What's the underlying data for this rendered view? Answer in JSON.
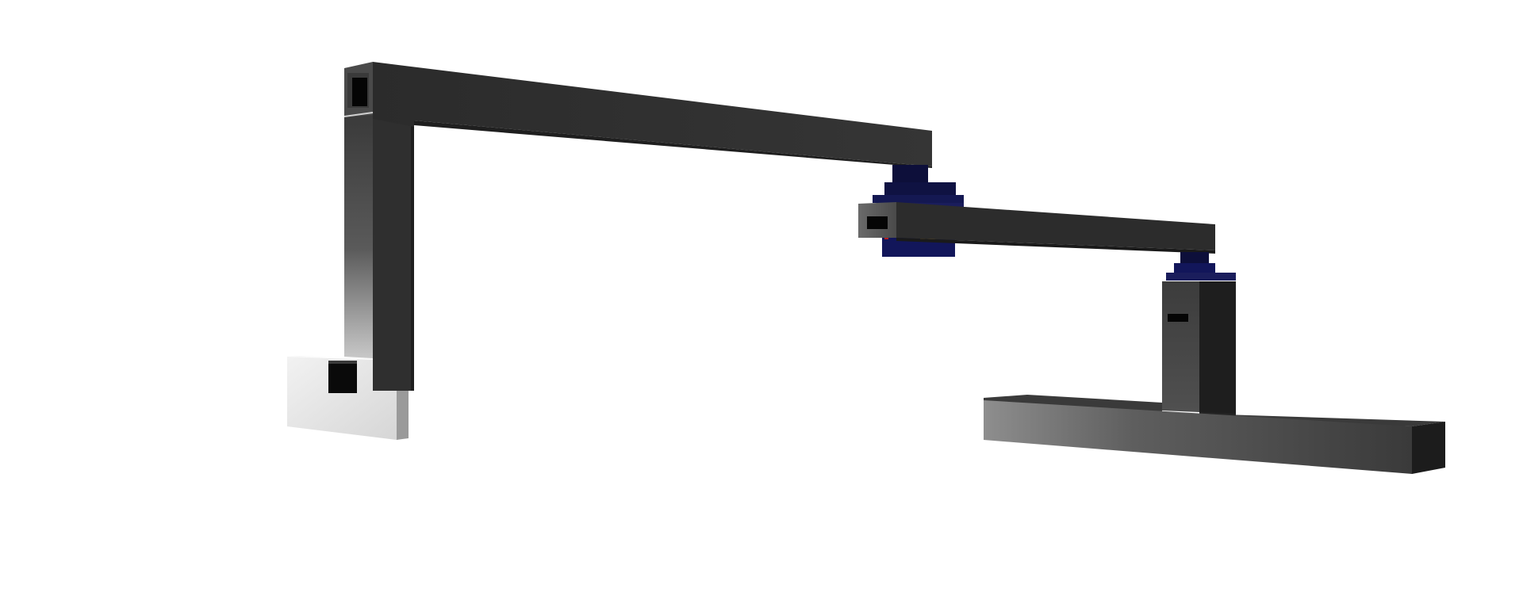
{
  "scene": {
    "subject": "robotic-arm-render",
    "background_color": "#ffffff",
    "colors": {
      "tube_dark": "#2e2e2e",
      "tube_top": "#3a3a3a",
      "tube_shadow": "#1c1c1c",
      "servo_blue": "#0d0f3a",
      "servo_blue_light": "#1a1d5c",
      "servo_accent_red": "#b02020",
      "bracket_light": "#e6e6e6",
      "base_gray": "#6e6e6e"
    },
    "parts": [
      {
        "id": "left-bracket",
        "kind": "bracket"
      },
      {
        "id": "vertical-post-left",
        "kind": "tube"
      },
      {
        "id": "upper-arm",
        "kind": "tube"
      },
      {
        "id": "elbow-servo",
        "kind": "servo"
      },
      {
        "id": "forearm",
        "kind": "tube"
      },
      {
        "id": "shoulder-servo",
        "kind": "servo"
      },
      {
        "id": "right-post",
        "kind": "tube"
      },
      {
        "id": "base-beam",
        "kind": "tube"
      }
    ]
  }
}
